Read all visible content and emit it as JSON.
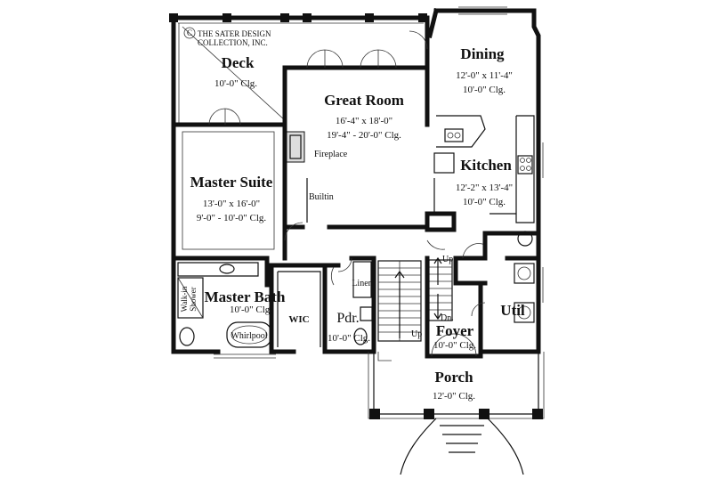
{
  "copyright": {
    "symbol": "C",
    "line1": "THE SATER DESIGN",
    "line2": "COLLECTION, INC."
  },
  "rooms": {
    "deck": {
      "name": "Deck",
      "ceiling": "10'-0\" Clg."
    },
    "great_room": {
      "name": "Great Room",
      "size": "16'-4\" x 18'-0\"",
      "ceiling": "19'-4\" - 20'-0\" Clg."
    },
    "dining": {
      "name": "Dining",
      "size": "12'-0\" x 11'-4\"",
      "ceiling": "10'-0\" Clg."
    },
    "kitchen": {
      "name": "Kitchen",
      "size": "12'-2\" x 13'-4\"",
      "ceiling": "10'-0\" Clg."
    },
    "master_suite": {
      "name": "Master Suite",
      "size": "13'-0\" x 16'-0\"",
      "ceiling": "9'-0\" - 10'-0\" Clg."
    },
    "master_bath": {
      "name": "Master Bath",
      "ceiling": "10'-0\" Clg."
    },
    "wic": {
      "name": "WIC"
    },
    "pdr": {
      "name": "Pdr.",
      "ceiling": "10'-0\" Clg."
    },
    "foyer": {
      "name": "Foyer",
      "ceiling": "10'-0\" Clg."
    },
    "util": {
      "name": "Util"
    },
    "porch": {
      "name": "Porch",
      "ceiling": "12'-0\" Clg."
    }
  },
  "labels": {
    "fireplace": "Fireplace",
    "builtin": "Builtin",
    "linen": "Linen",
    "walk_in_shower_1": "Walk-in",
    "walk_in_shower_2": "Shower",
    "whirlpool": "Whirlpool",
    "up_stair": "Up",
    "up_right": "Up",
    "down_right": "Dn."
  }
}
